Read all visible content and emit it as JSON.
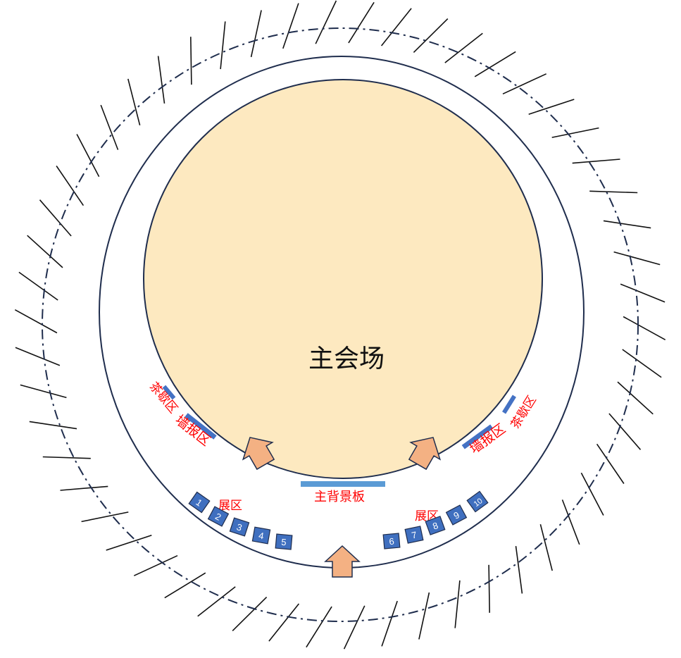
{
  "hall": {
    "label": "主会场",
    "fill": "#fde9c0",
    "stroke": "#1f2d4d"
  },
  "backdrop": {
    "label": "主背景板",
    "color": "#5b9bd5"
  },
  "label_color": "#ff0000",
  "exhibit_areas": [
    {
      "label": "展区",
      "booths": [
        "1",
        "2",
        "3",
        "4",
        "5"
      ]
    },
    {
      "label": "展区",
      "booths": [
        "6",
        "7",
        "8",
        "9",
        "10"
      ]
    }
  ],
  "left_side": {
    "tea_break": "茶歇区",
    "poster": "墙报区"
  },
  "right_side": {
    "tea_break": "茶歇区",
    "poster": "墙报区"
  },
  "colors": {
    "booth_fill": "#3f6fbf",
    "booth_stroke": "#1f2d4d",
    "bar_color": "#4472c4",
    "arrow_fill": "#f4b183",
    "arrow_stroke": "#1f2d4d",
    "line_color": "#1f2d4d"
  }
}
